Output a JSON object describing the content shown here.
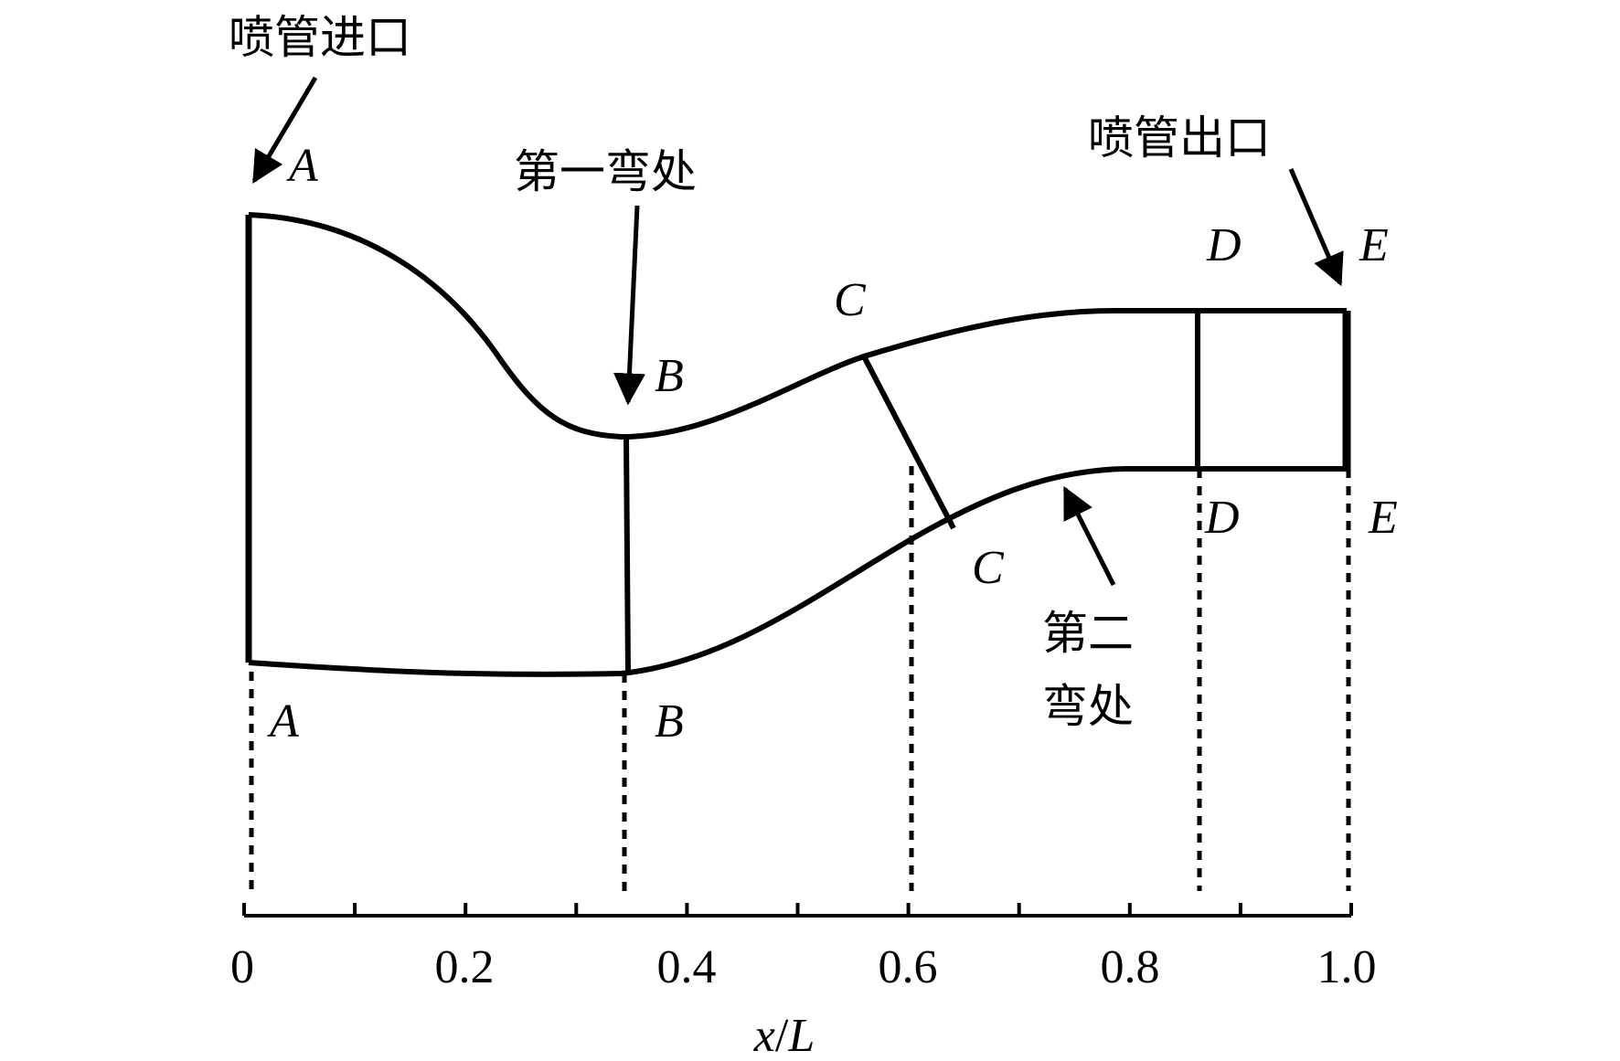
{
  "annotations": {
    "inlet": "喷管进口",
    "outlet": "喷管出口",
    "first_bend": "第一弯处",
    "second_bend_line1": "第二",
    "second_bend_line2": "弯处"
  },
  "points": {
    "A_top": "A",
    "A_bottom": "A",
    "B_top": "B",
    "B_bottom": "B",
    "C_top": "C",
    "C_bottom": "C",
    "D_top": "D",
    "D_bottom": "D",
    "E_top": "E",
    "E_bottom": "E"
  },
  "axis": {
    "label_x": "x",
    "label_sep": "/",
    "label_L": "L",
    "ticks": [
      "0",
      "0.2",
      "0.4",
      "0.6",
      "0.8",
      "1.0"
    ]
  },
  "section_positions": [
    0,
    0.345,
    0.6,
    0.865,
    1.0
  ]
}
